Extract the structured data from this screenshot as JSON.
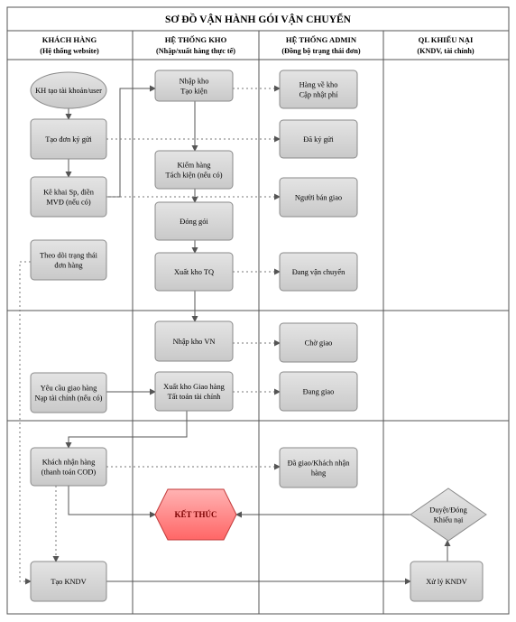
{
  "title": "SƠ ĐỒ VẬN HÀNH GÓI VẬN CHUYỂN",
  "lanes": [
    {
      "name": "KHÁCH HÀNG",
      "sub": "(Hệ thống website)"
    },
    {
      "name": "HỆ THỐNG KHO",
      "sub": "(Nhập/xuất hàng thực tế)"
    },
    {
      "name": "HỆ THỐNG ADMIN",
      "sub": "(Đồng bộ trạng thái đơn)"
    },
    {
      "name": "QL KHIẾU NẠI",
      "sub": "(KNDV, tài chính)"
    }
  ],
  "nodes": {
    "start": [
      "KH tạo tài khoản/user"
    ],
    "create": [
      "Tạo đơn ký gửi"
    ],
    "declare": [
      "Kê khai Sp, điền",
      "MVĐ (nếu có)"
    ],
    "track": [
      "Theo dõi trạng thái",
      "đơn hàng"
    ],
    "request": [
      "Yêu cầu giao hàng",
      "Nạp tài chính (nếu có)"
    ],
    "receive": [
      "Khách nhận hàng",
      "(thanh toán COD)"
    ],
    "end": [
      "KẾT THÚC"
    ],
    "complaint": [
      "Tạo KNDV"
    ],
    "wh_in": [
      "Nhập kho",
      "Tạo kiện"
    ],
    "check": [
      "Kiểm hàng",
      "Tách kiện (nếu có)"
    ],
    "pack": [
      "Đóng gói"
    ],
    "out_cn": [
      "Xuất kho TQ"
    ],
    "in_vn": [
      "Nhập kho VN"
    ],
    "out_vn": [
      "Xuất kho Giao hàng",
      "Tất toán tài chính"
    ],
    "a_arrived": [
      "Hàng về kho",
      "Cập nhật phí"
    ],
    "a_sent": [
      "Đã ký gửi"
    ],
    "a_handover": [
      "Người bán giao"
    ],
    "a_shipping": [
      "Đang vận chuyển"
    ],
    "a_waiting": [
      "Chờ giao"
    ],
    "a_delivering": [
      "Đang giao"
    ],
    "a_delivered": [
      "Đã giao/Khách nhận",
      "hàng"
    ],
    "approve": [
      "Duyệt/Đóng",
      "Khiếu nại"
    ],
    "handle": [
      "Xử lý KNDV"
    ]
  }
}
